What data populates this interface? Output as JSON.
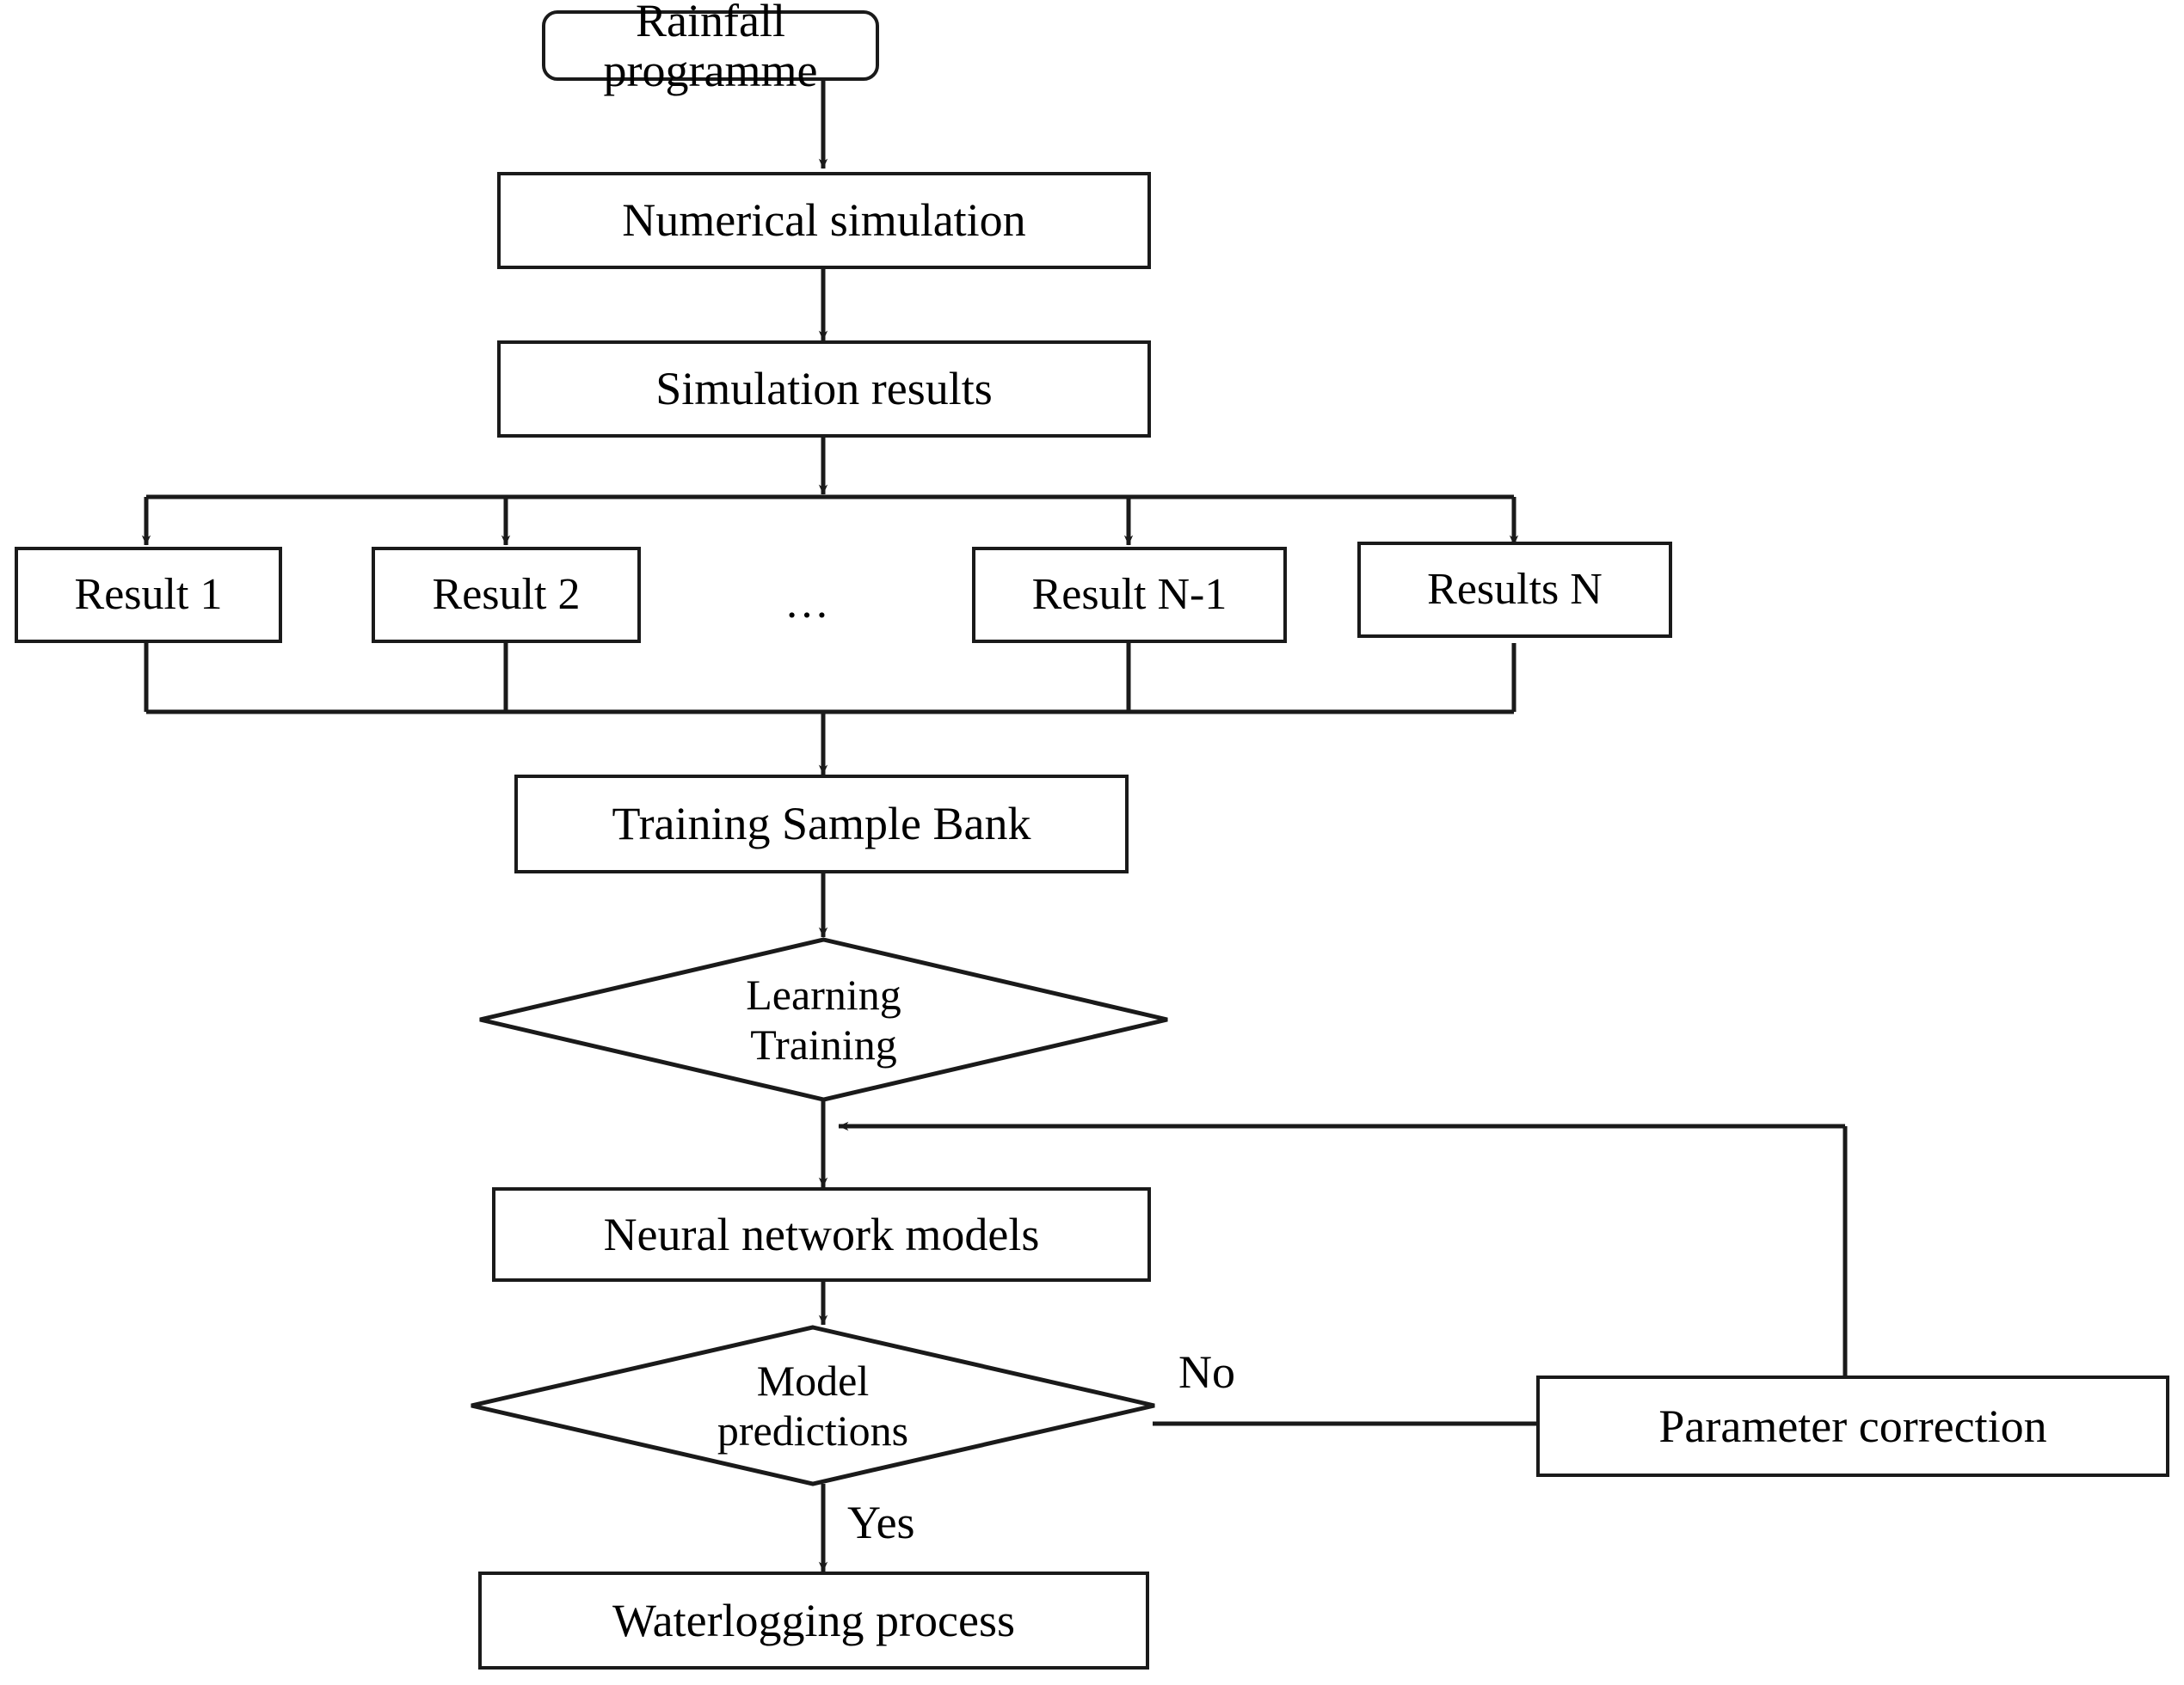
{
  "diagram": {
    "title": "Rainfall simulation and neural network waterlogging prediction flowchart",
    "type": "flowchart",
    "colors": {
      "stroke": "#1a1a1a",
      "fill": "#ffffff",
      "text": "#000000"
    },
    "nodes": {
      "start": {
        "label": "Rainfall programme",
        "shape": "rounded-rectangle"
      },
      "numerical_simulation": {
        "label": "Numerical simulation",
        "shape": "rectangle"
      },
      "simulation_results": {
        "label": "Simulation results",
        "shape": "rectangle"
      },
      "result_1": {
        "label": "Result 1",
        "shape": "rectangle"
      },
      "result_2": {
        "label": "Result 2",
        "shape": "rectangle"
      },
      "result_ellipsis": {
        "label": "…",
        "shape": "text"
      },
      "result_n_minus_1": {
        "label": "Result N-1",
        "shape": "rectangle"
      },
      "results_n": {
        "label": "Results N",
        "shape": "rectangle"
      },
      "training_sample_bank": {
        "label": "Training Sample Bank",
        "shape": "rectangle"
      },
      "learning_training": {
        "label_line1": "Learning",
        "label_line2": "Training",
        "shape": "diamond"
      },
      "neural_network_models": {
        "label": "Neural network models",
        "shape": "rectangle"
      },
      "model_predictions": {
        "label_line1": "Model",
        "label_line2": "predictions",
        "shape": "diamond"
      },
      "waterlogging_process": {
        "label": "Waterlogging process",
        "shape": "rectangle"
      },
      "parameter_correction": {
        "label": "Parameter correction",
        "shape": "rectangle"
      }
    },
    "edge_labels": {
      "yes": "Yes",
      "no": "No"
    }
  }
}
